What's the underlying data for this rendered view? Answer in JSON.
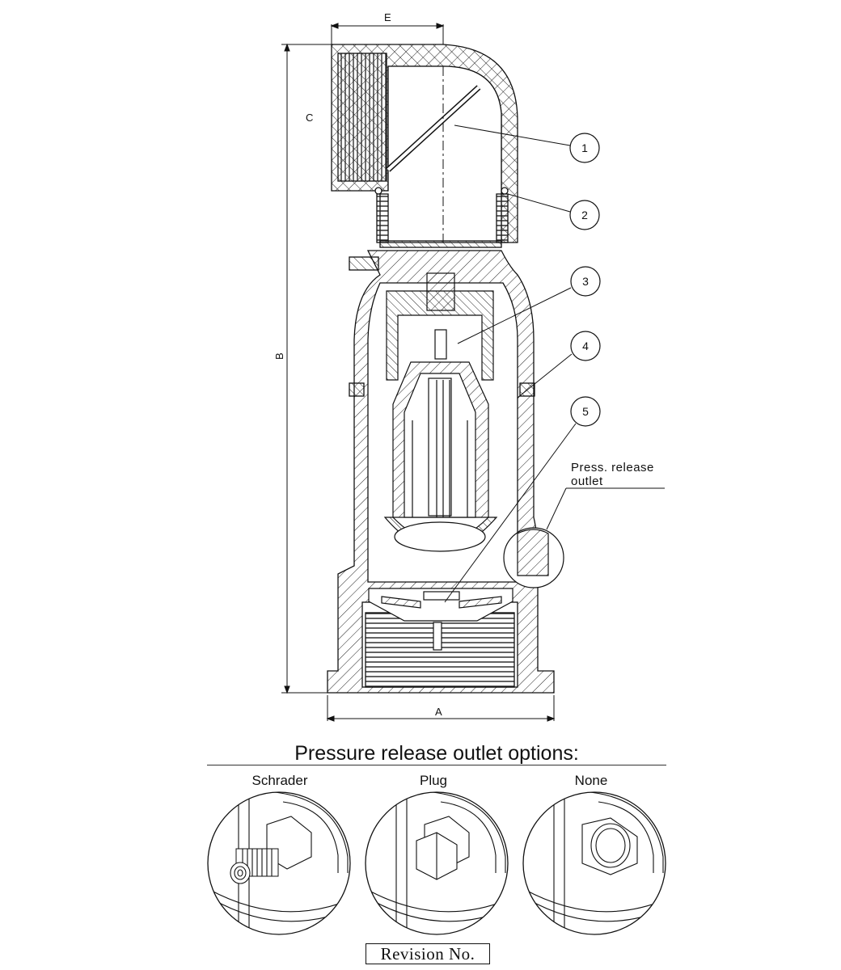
{
  "dimensions": {
    "a": "A",
    "b": "B",
    "c": "C",
    "e": "E"
  },
  "callouts": [
    "1",
    "2",
    "3",
    "4",
    "5"
  ],
  "detail_note": {
    "line1": "Press. release",
    "line2": "outlet"
  },
  "options_section": {
    "title": "Pressure release outlet options:",
    "options": [
      {
        "label": "Schrader"
      },
      {
        "label": "Plug"
      },
      {
        "label": "None"
      }
    ]
  },
  "revision_label": "Revision No."
}
